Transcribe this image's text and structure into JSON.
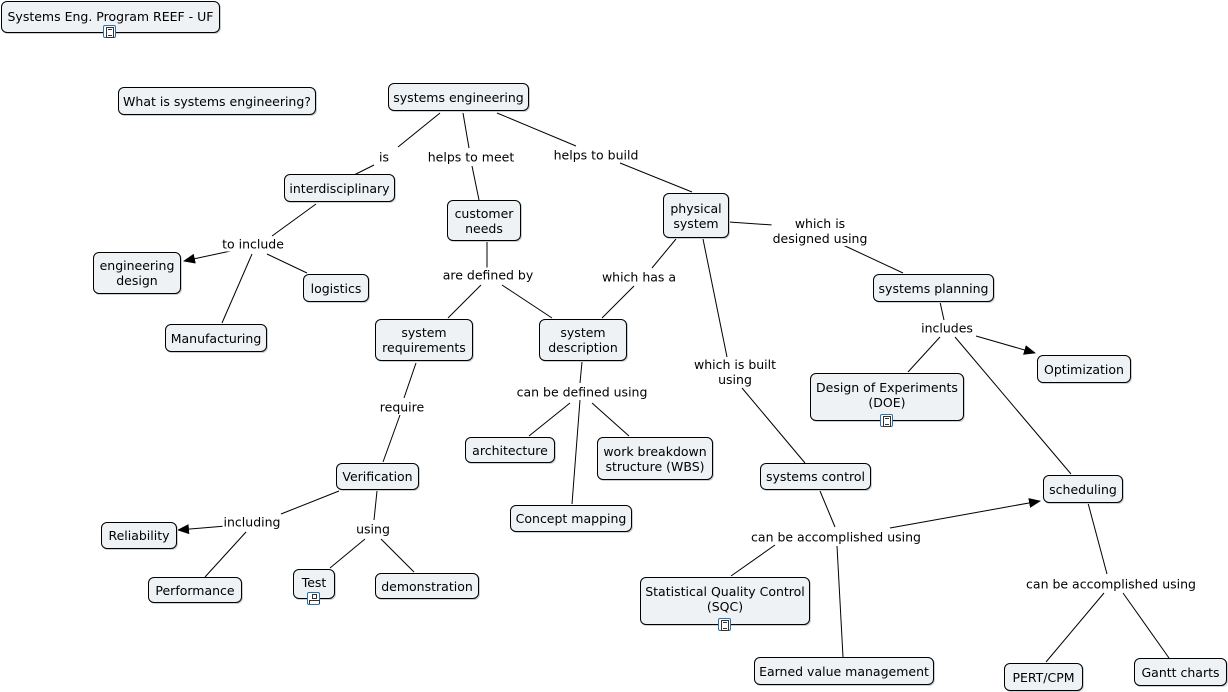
{
  "title": "Systems Eng. Program REEF - UF",
  "question": "What is systems engineering?",
  "nodes": {
    "systems_engineering": "systems engineering",
    "interdisciplinary": "interdisciplinary",
    "customer_needs": "customer\nneeds",
    "physical_system": "physical\nsystem",
    "engineering_design": "engineering\ndesign",
    "logistics": "logistics",
    "manufacturing": "Manufacturing",
    "system_requirements": "system\nrequirements",
    "system_description": "system\ndescription",
    "systems_planning": "systems planning",
    "optimization": "Optimization",
    "doe": "Design of Experiments\n(DOE)",
    "verification": "Verification",
    "architecture": "architecture",
    "wbs": "work breakdown\nstructure (WBS)",
    "concept_mapping": "Concept mapping",
    "systems_control": "systems control",
    "scheduling": "scheduling",
    "reliability": "Reliability",
    "performance": "Performance",
    "test": "Test",
    "demonstration": "demonstration",
    "sqc": "Statistical Quality Control\n(SQC)",
    "evm": "Earned value management",
    "pert": "PERT/CPM",
    "gantt": "Gantt charts"
  },
  "links": {
    "is": "is",
    "helps_to_meet": "helps to meet",
    "helps_to_build": "helps to build",
    "to_include": "to include",
    "are_defined_by": "are defined by",
    "which_has_a": "which has a",
    "which_is_designed_using": "which is\ndesigned using",
    "which_is_built_using": "which is built\nusing",
    "includes": "includes",
    "require": "require",
    "can_be_defined_using": "can be defined using",
    "including": "including",
    "using": "using",
    "can_be_accomplished_using_1": "can be accomplished using",
    "can_be_accomplished_using_2": "can be accomplished using"
  },
  "icons": {
    "title": "document-icon",
    "doe": "document-icon",
    "sqc": "document-icon",
    "test": "concept-map-icon"
  },
  "colors": {
    "node_fill": "#eef2f4",
    "node_border": "#000000",
    "icon_border": "#2a6fb0"
  }
}
